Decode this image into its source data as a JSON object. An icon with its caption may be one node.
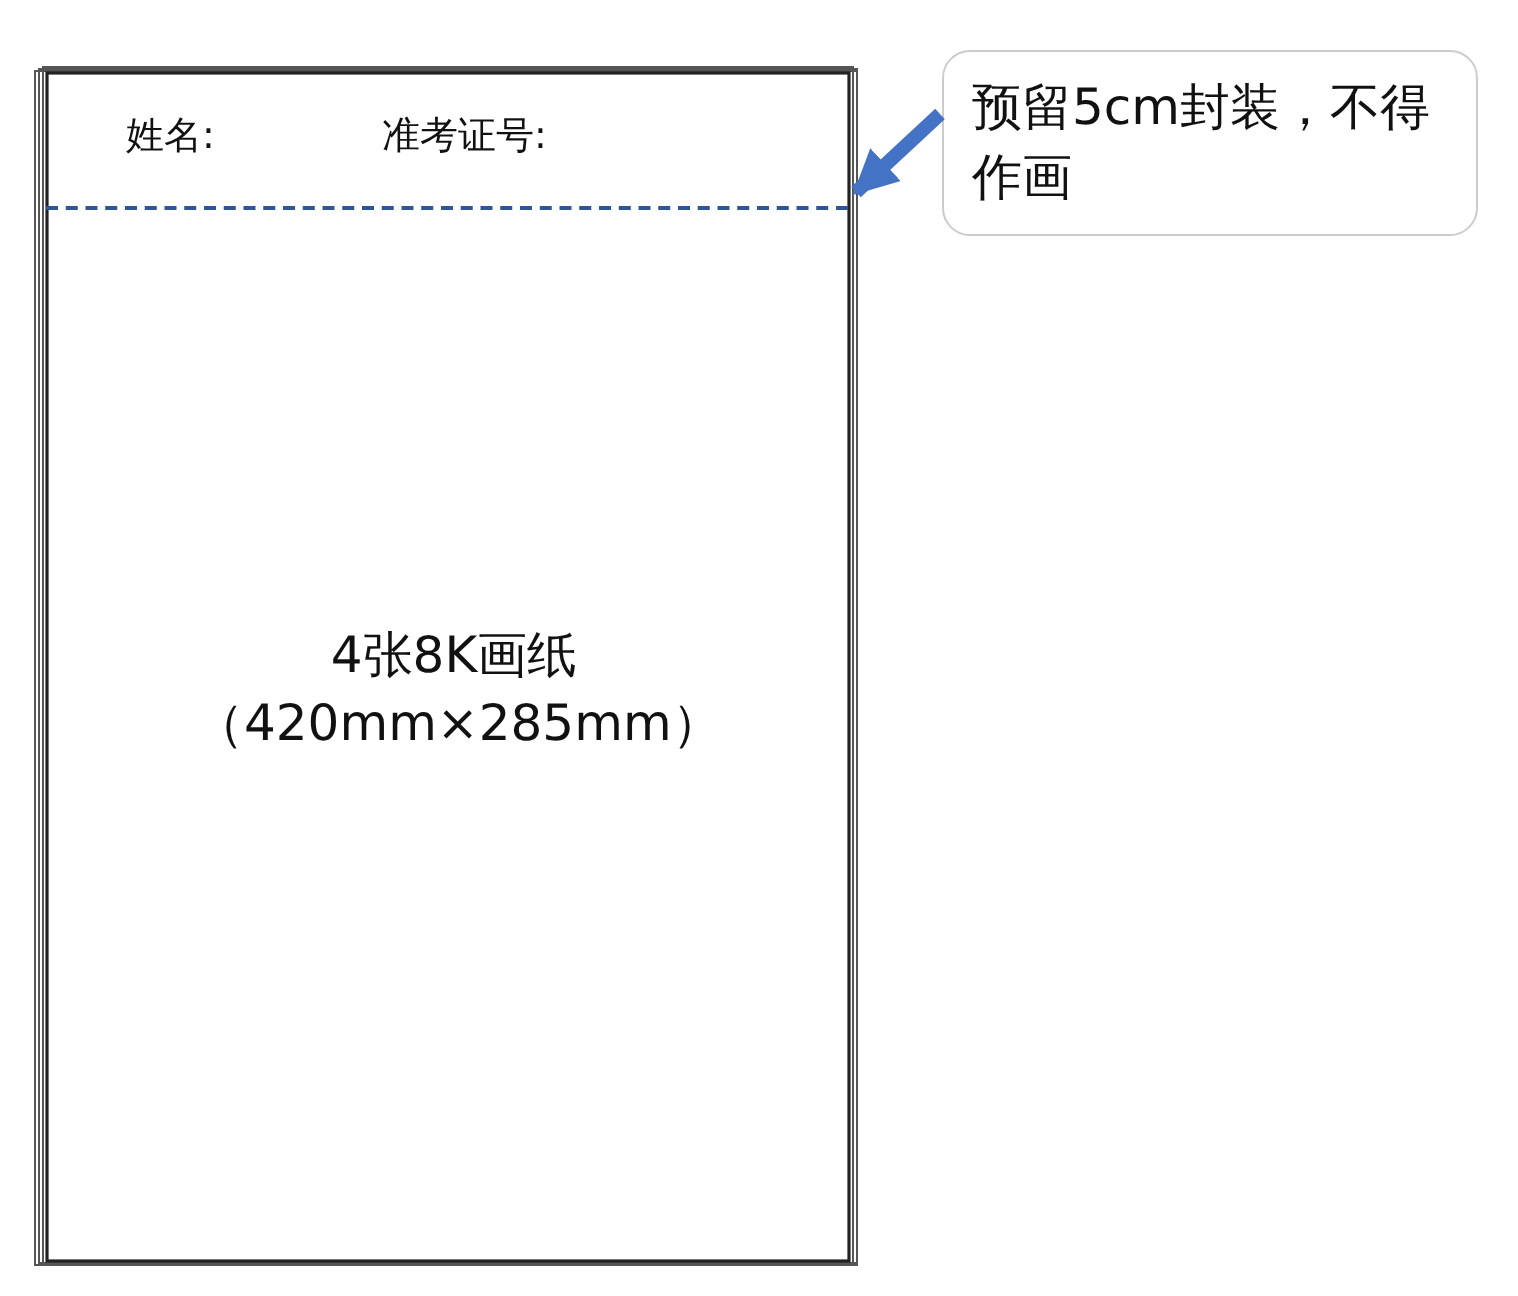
{
  "diagram": {
    "nodes": [
      {
        "text": [
          "4张8K画纸（420mm×285mm）"
        ]
      },
      {
        "text": [
          "姓名:",
          "准考证号:"
        ],
        "in": 0
      },
      {
        "text": [
          "预留5cm封装，不得作画"
        ]
      }
    ],
    "edges": [
      {
        "from": 2,
        "to": 1,
        "arrow": "to"
      }
    ]
  }
}
